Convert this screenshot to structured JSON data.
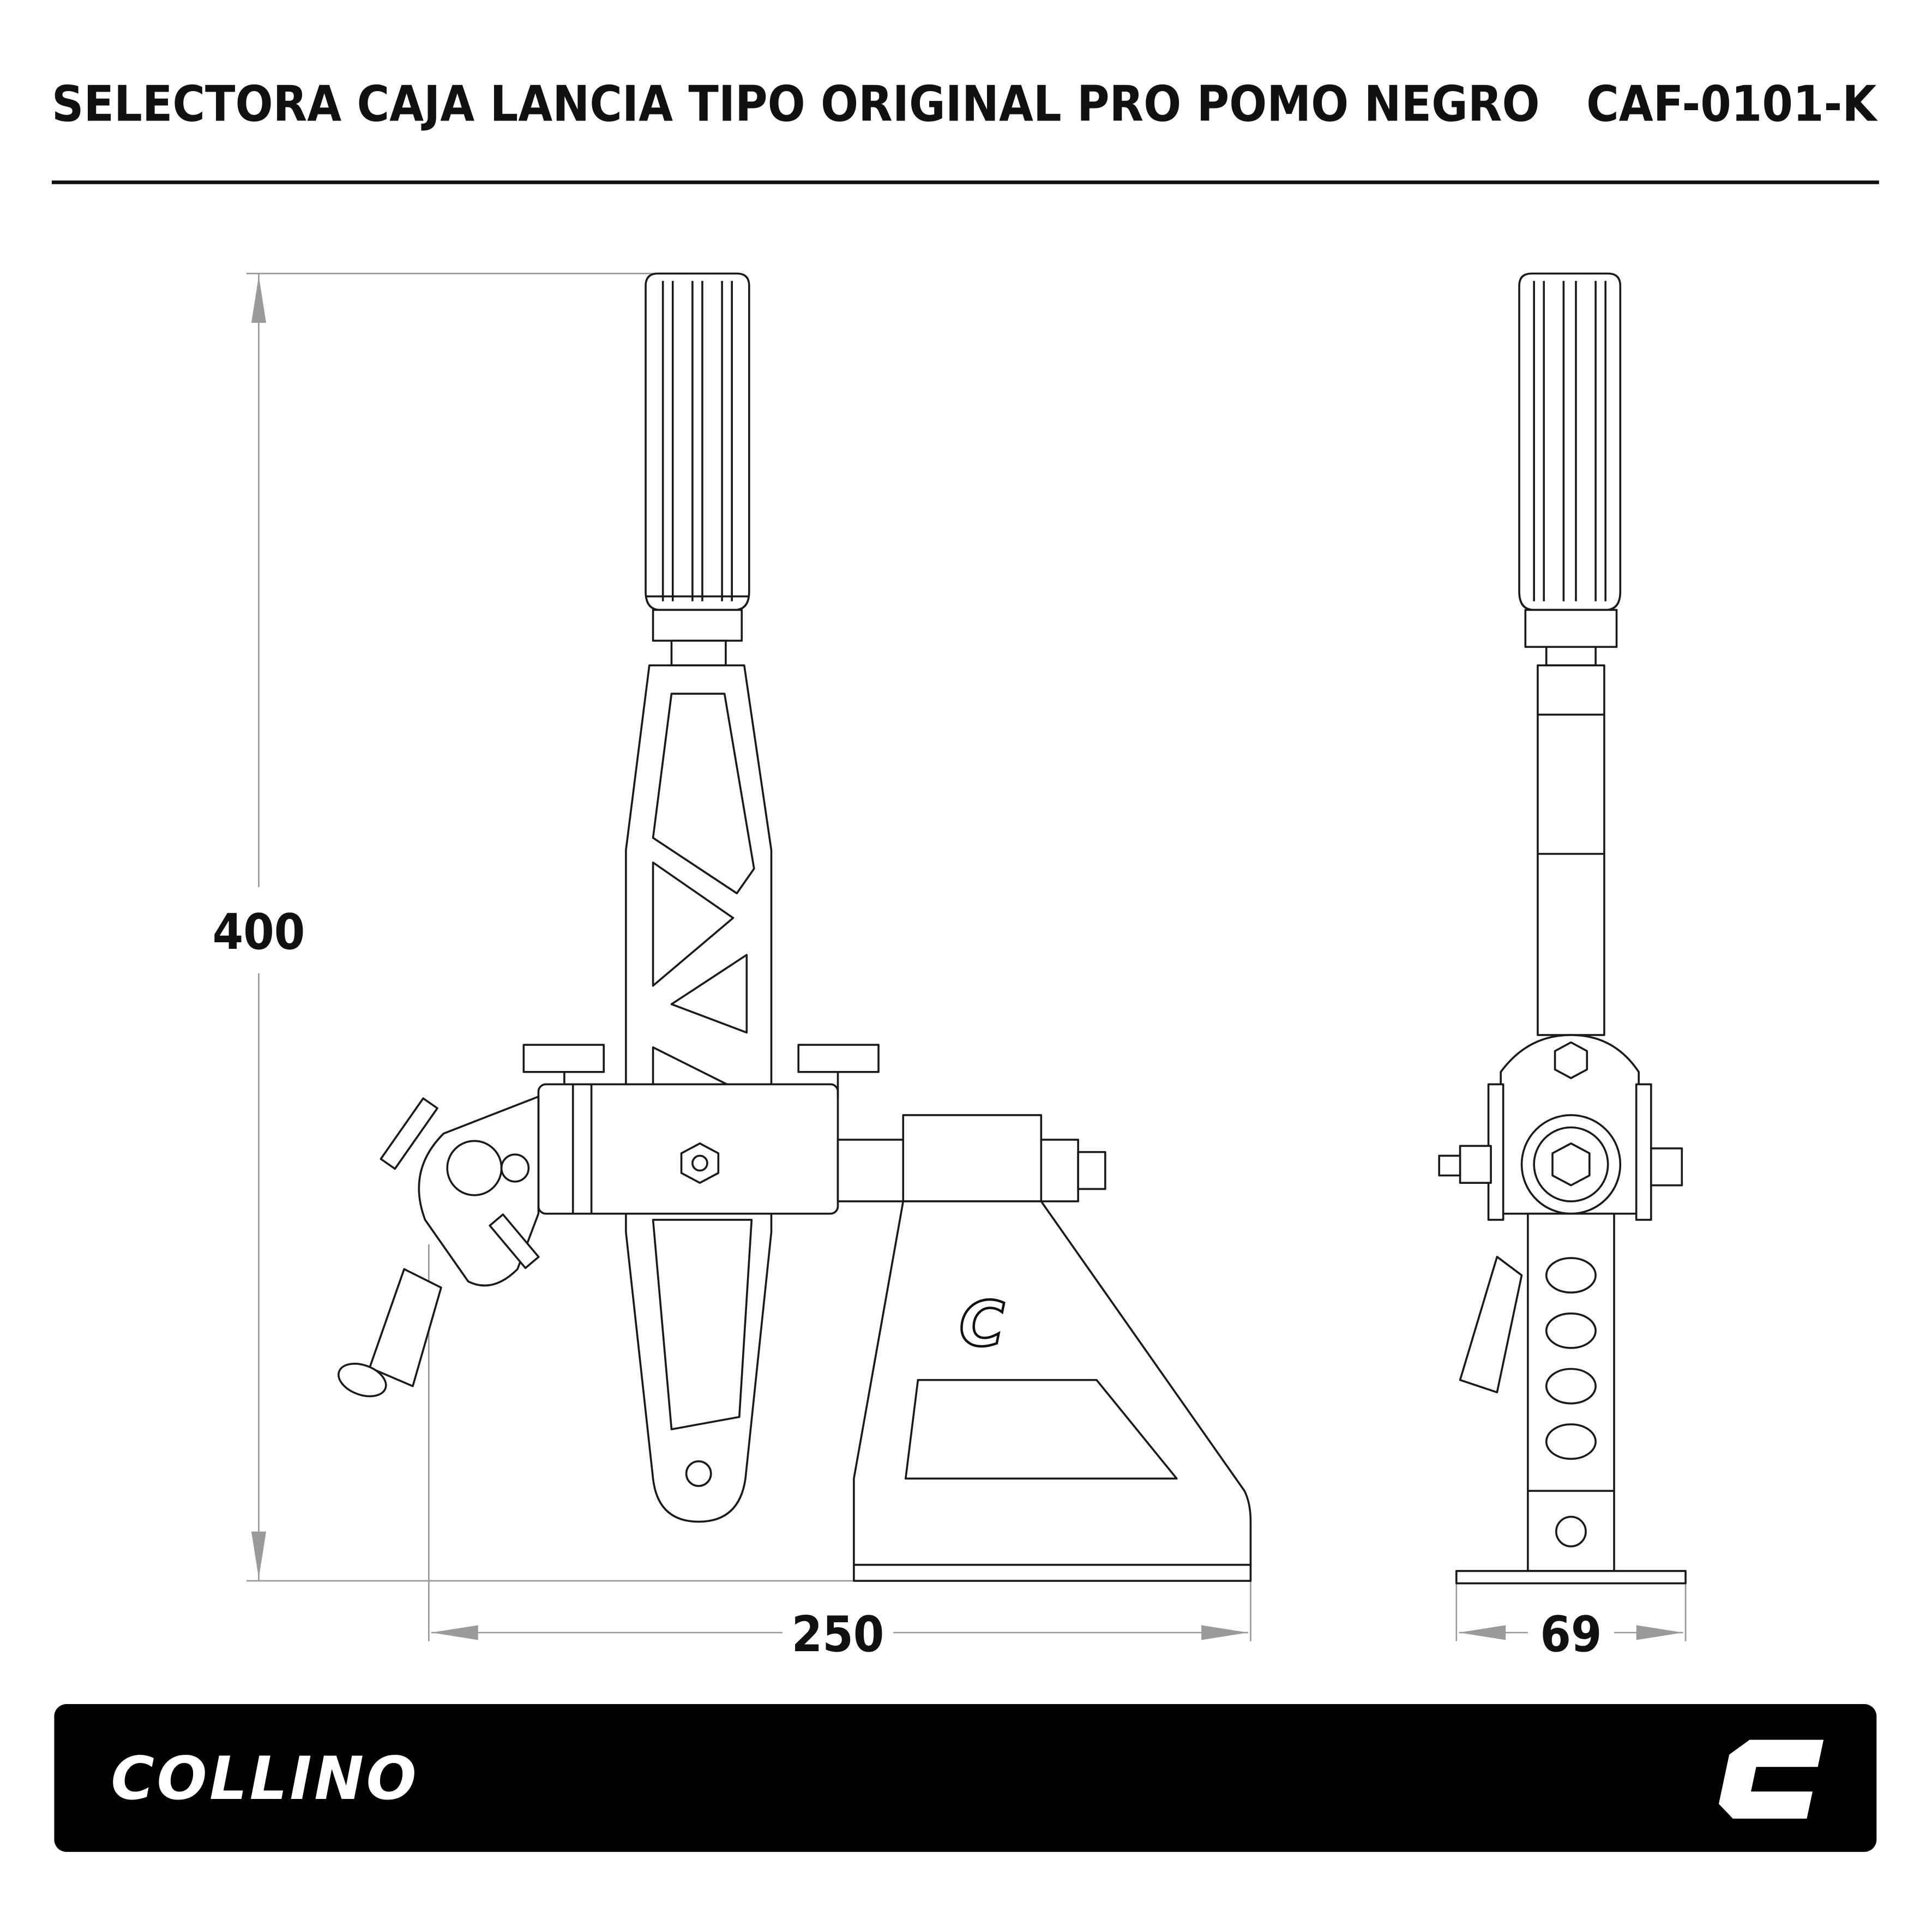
{
  "header": {
    "title": "SELECTORA CAJA LANCIA TIPO ORIGINAL PRO POMO NEGRO",
    "code": "CAF-0101-K"
  },
  "dimensions": {
    "height": "400",
    "length": "250",
    "width": "69"
  },
  "footer": {
    "brand": "COLLINO",
    "background_color": "#000000",
    "text_color": "#ffffff"
  }
}
